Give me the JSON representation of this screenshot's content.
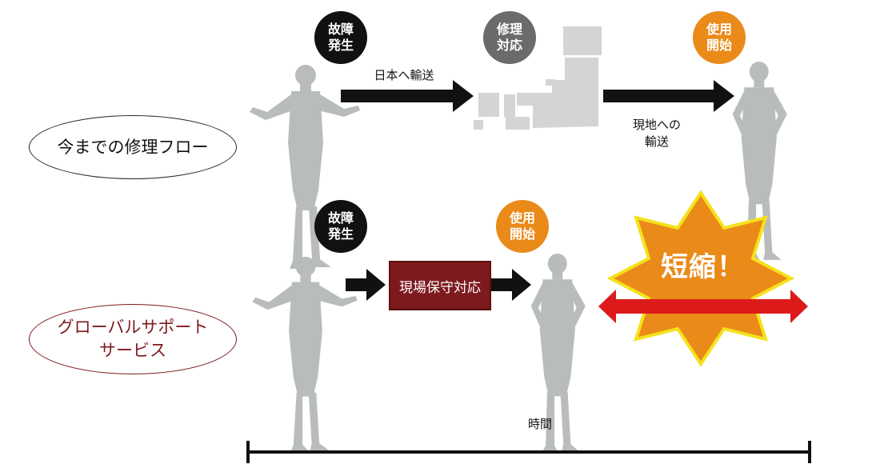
{
  "flows": {
    "conventional": {
      "label": "今までの修理フロー"
    },
    "global": {
      "label_line1": "グローバルサポート",
      "label_line2": "サービス"
    }
  },
  "steps": {
    "failure_top": {
      "line1": "故障",
      "line2": "発生"
    },
    "repair": {
      "line1": "修理",
      "line2": "対応"
    },
    "start_top": {
      "line1": "使用",
      "line2": "開始"
    },
    "failure_bottom": {
      "line1": "故障",
      "line2": "発生"
    },
    "start_bottom": {
      "line1": "使用",
      "line2": "開始"
    }
  },
  "arrows": {
    "to_japan": "日本へ輸送",
    "to_local_line1": "現地への",
    "to_local_line2": "輸送"
  },
  "onsite_box": "現場保守対応",
  "burst": "短縮！",
  "timeline": {
    "label": "時間"
  },
  "colors": {
    "black_circle": "#111111",
    "gray_circle": "#6b6b6b",
    "orange_circle": "#ea8a18",
    "onsite_box": "#7d1a1e",
    "burst_fill": "#ea8a18",
    "burst_outline": "#f4e21c",
    "double_arrow": "#dd1a1a",
    "silhouette": "#b9bcbd",
    "ellipse_global_border": "#7d1a1e"
  }
}
